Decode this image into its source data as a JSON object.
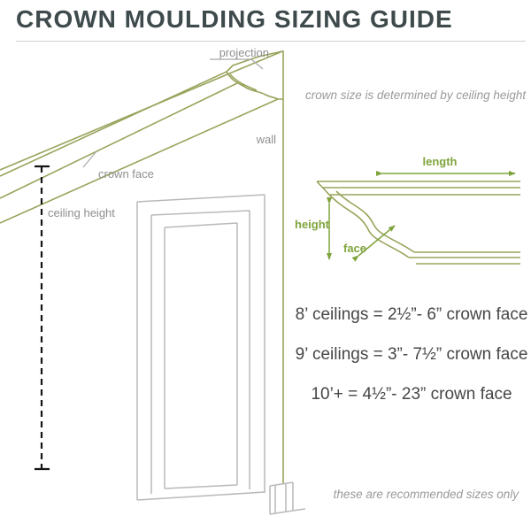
{
  "title": "CROWN MOULDING SIZING GUIDE",
  "labels": {
    "projection": "projection",
    "wall": "wall",
    "crown_face": "crown face",
    "ceiling_height": "ceiling height",
    "length": "length",
    "height": "height",
    "face": "face"
  },
  "notes": {
    "determined": "crown size is determined by ceiling height",
    "recommended": "these are recommended sizes only"
  },
  "sizing": [
    "8’ ceilings = 2½”- 6” crown face",
    "9’ ceilings = 3”- 7½” crown face",
    "10’+ = 4½”- 23” crown face"
  ],
  "colors": {
    "title": "#3e4a4c",
    "olive": "#9aa35c",
    "green": "#7fa43c",
    "gray_label": "#8f8f8f",
    "frame_gray": "#b9b9b9",
    "dark_text": "#464646",
    "note_gray": "#9a9a9a",
    "dashed": "#141414",
    "divider": "#d0d0d0"
  }
}
